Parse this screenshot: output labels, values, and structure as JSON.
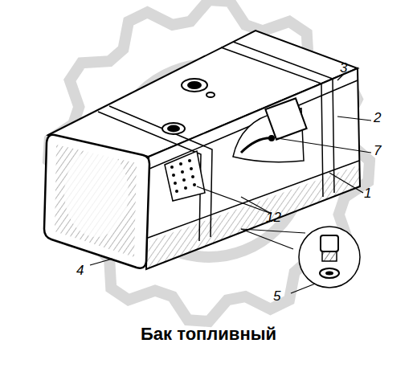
{
  "diagram": {
    "caption": "Бак топливный",
    "labels": [
      "3",
      "2",
      "7",
      "1",
      "12",
      "4",
      "5"
    ]
  }
}
